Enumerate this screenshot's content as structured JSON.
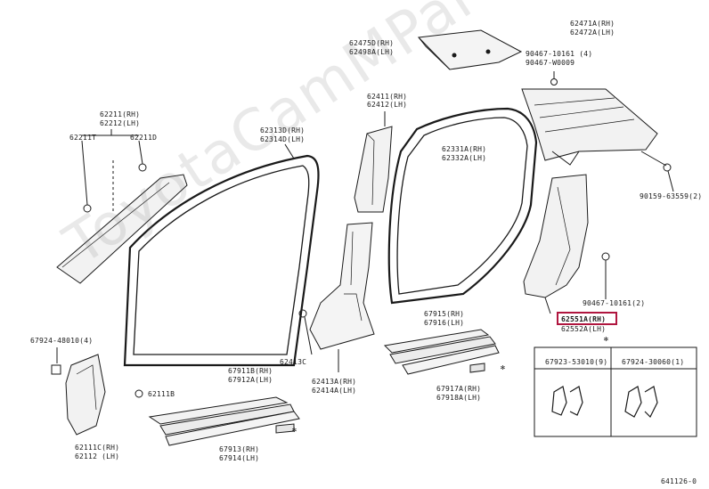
{
  "watermark": "ToyotaCamMParts.ru",
  "diagram_code": "641126-0",
  "highlight_color": "#b0163f",
  "labels": {
    "p62475": "62475D(RH)",
    "p62498": "62498A(LH)",
    "p62471": "62471A(RH)",
    "p62472": "62472A(LH)",
    "p90467a": "90467-10161 (4)",
    "p90467b": "90467-W0009",
    "p62411": "62411(RH)",
    "p62412": "62412(LH)",
    "p62211": "62211(RH)",
    "p62212": "62212(LH)",
    "p62211t": "62211T",
    "p62211d": "62211D",
    "p62313": "62313D(RH)",
    "p62314": "62314D(LH)",
    "p62331": "62331A(RH)",
    "p62332": "62332A(LH)",
    "p90159": "90159-63559(2)",
    "p90467c": "90467-10161(2)",
    "p62551": "62551A(RH)",
    "p62552": "62552A(LH)",
    "p67924a": "67924-48010(4)",
    "p62111b": "62111B",
    "p62111c": "62111C(RH)",
    "p62112": "62112  (LH)",
    "p62413c": "62413C",
    "p62413a": "62413A(RH)",
    "p62414a": "62414A(LH)",
    "p67911": "67911B(RH)",
    "p67912": "67912A(LH)",
    "p67913": "67913(RH)",
    "p67914": "67914(LH)",
    "p67915": "67915(RH)",
    "p67916": "67916(LH)",
    "p67917": "67917A(RH)",
    "p67918": "67918A(LH)",
    "p67923": "67923-53010(9)",
    "p67924b": "67924-30060(1)",
    "asterisk": "✻"
  }
}
